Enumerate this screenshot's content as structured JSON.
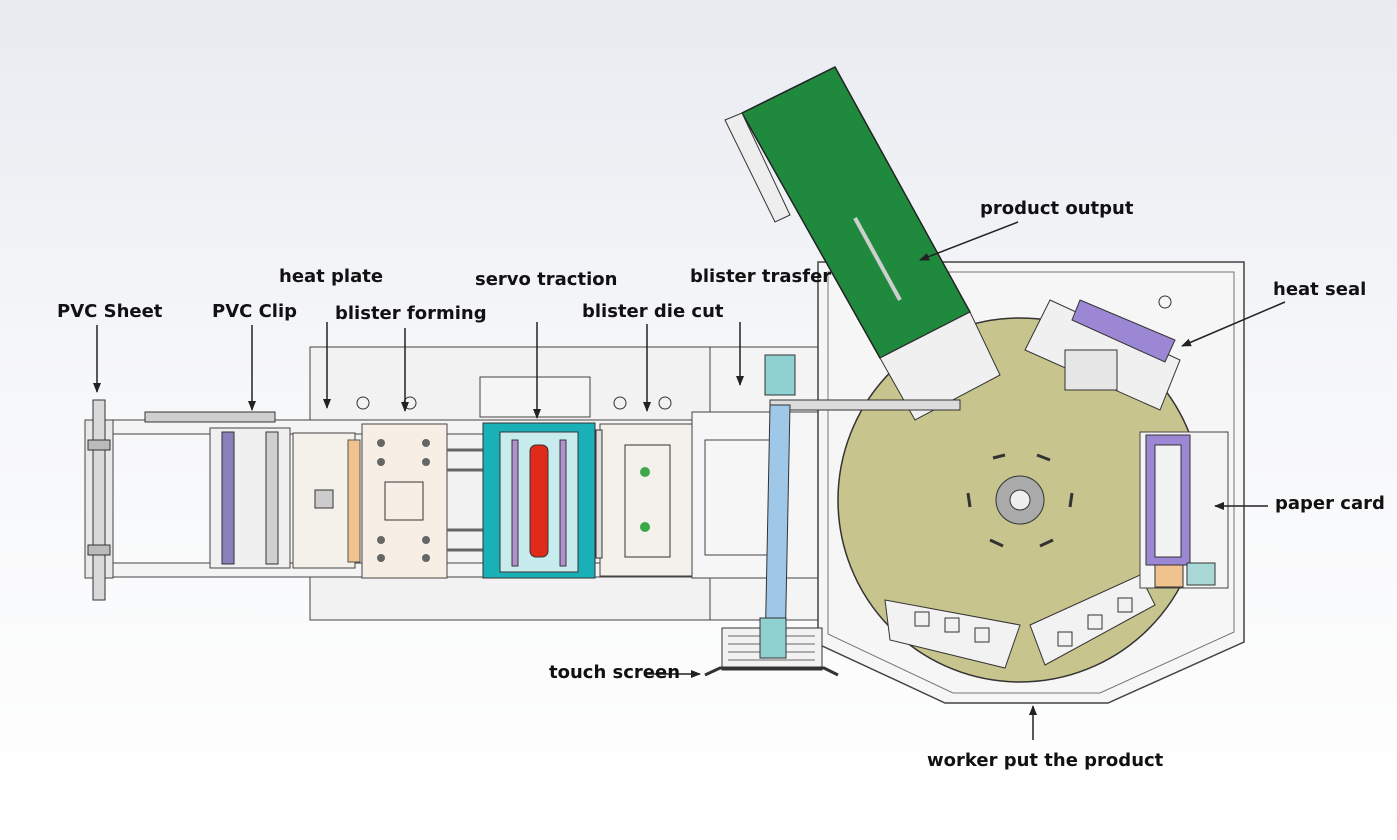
{
  "labels": {
    "pvc_sheet": "PVC Sheet",
    "pvc_clip": "PVC Clip",
    "heat_plate": "heat plate",
    "blister_forming": "blister forming",
    "servo_traction": "servo traction",
    "blister_die_cut": "blister die cut",
    "blister_trasfer": "blister trasfer",
    "product_output": "product output",
    "heat_seal": "heat seal",
    "paper_card": "paper card",
    "touch_screen": "touch screen",
    "worker_put_the_product": "worker put the product"
  },
  "colors": {
    "conveyor": "#1f8a3e",
    "turntable": "#c8c48e",
    "servo_frame": "#1ab0b8",
    "roller": "#e02a1a",
    "heat_seal_plate": "#9b87d4",
    "line": "#333333"
  }
}
